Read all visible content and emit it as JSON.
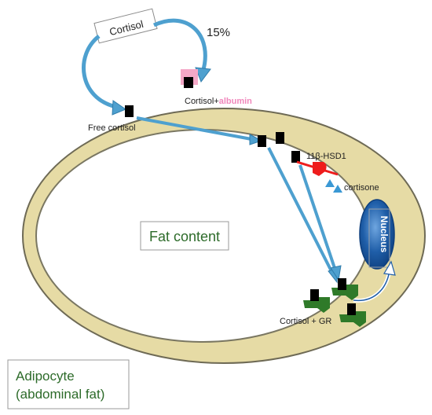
{
  "labels": {
    "cortisol_box": "Cortisol",
    "percent": "15%",
    "cortisol_albumin_prefix": "Cortisol+",
    "albumin": "albumin",
    "free_cortisol": "Free cortisol",
    "enzyme": "11β-HSD1",
    "cortisone": "cortisone",
    "fat_content": "Fat content",
    "nucleus": "Nucleus",
    "cortisol_gr": "Cortisol + GR",
    "cell_line1": "Adipocyte",
    "cell_line2": "(abdominal fat)"
  },
  "colors": {
    "cell_fill": "#e6dba5",
    "cell_stroke": "#6e6a55",
    "arrow_blue": "#4ea0cf",
    "arrow_outline": "#2f7cab",
    "cortisol_black": "#000000",
    "albumin_pink": "#f4a8c7",
    "enzyme_red": "#ee1c1c",
    "cortisone_blue": "#3a98d4",
    "receptor_green": "#2f7a29",
    "nucleus_blue": "#1f5ea8",
    "text_green": "#2d6b2a",
    "albumin_text": "#f088bc"
  }
}
